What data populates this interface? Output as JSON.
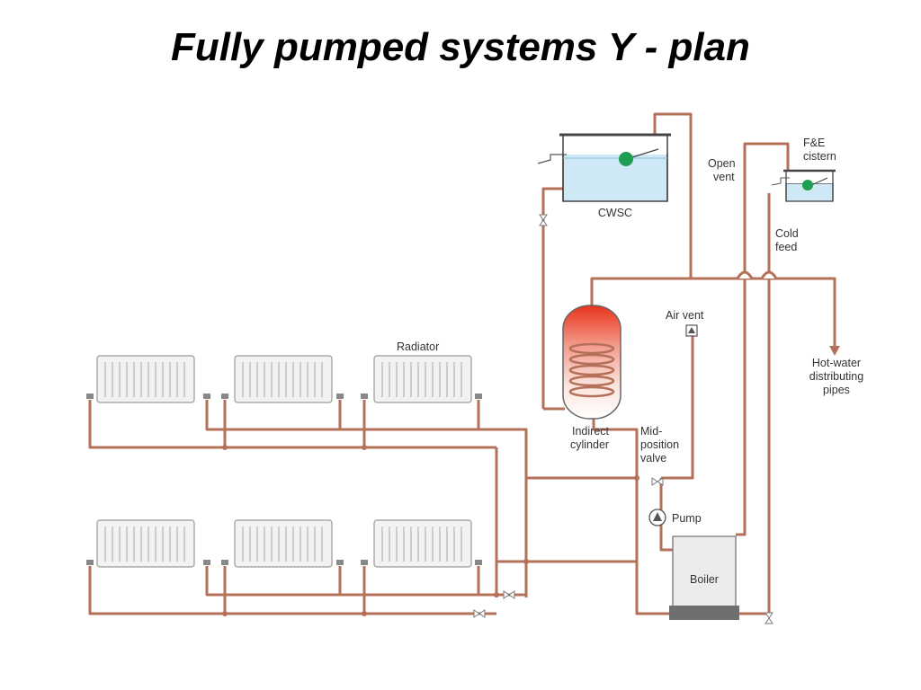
{
  "title": "Fully pumped systems Y - plan",
  "labels": {
    "cwsc": "CWSC",
    "open_vent_1": "Open",
    "open_vent_2": "vent",
    "fe_cistern_1": "F&E",
    "fe_cistern_2": "cistern",
    "cold_feed_1": "Cold",
    "cold_feed_2": "feed",
    "air_vent": "Air vent",
    "radiator": "Radiator",
    "indirect_cylinder_1": "Indirect",
    "indirect_cylinder_2": "cylinder",
    "mid_position_valve_1": "Mid-",
    "mid_position_valve_2": "position",
    "mid_position_valve_3": "valve",
    "pump": "Pump",
    "boiler": "Boiler",
    "hot_water_1": "Hot-water",
    "hot_water_2": "distributing",
    "hot_water_3": "pipes"
  },
  "colors": {
    "pipe": "#b5705a",
    "water": "#cfe8f5",
    "float_ball": "#1e9e50",
    "cylinder_hot": "#e8331c",
    "radiator_fill": "#f2f2f2",
    "boiler_fill": "#ececec"
  },
  "icons": [
    "radiator-icon",
    "pump-icon",
    "valve-icon",
    "float-ball-icon",
    "air-vent-icon",
    "flow-arrow-icon"
  ]
}
